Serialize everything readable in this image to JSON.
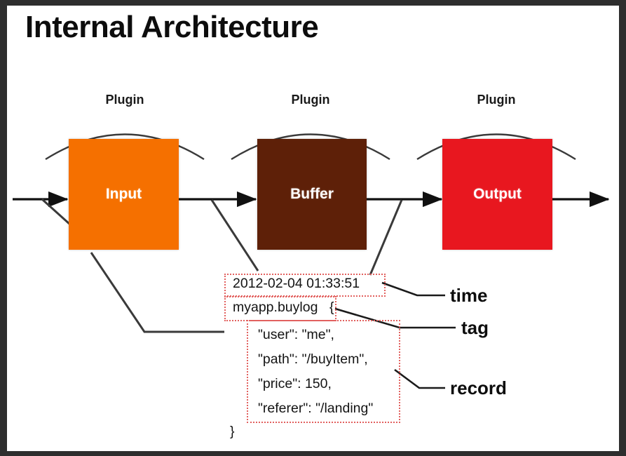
{
  "slide": {
    "title": "Internal Architecture",
    "frame_color": "#2e2e2e",
    "background_color": "#ffffff"
  },
  "pipeline": {
    "plugin_label": "Plugin",
    "nodes": [
      {
        "label": "Input",
        "color": "#f57000",
        "plugin_caption": "Plugin"
      },
      {
        "label": "Buffer",
        "color": "#5e2008",
        "plugin_caption": "Plugin"
      },
      {
        "label": "Output",
        "color": "#e8171f",
        "plugin_caption": "Plugin"
      }
    ]
  },
  "event": {
    "time": "2012-02-04 01:33:51",
    "tag": "myapp.buylog",
    "open_brace": "{",
    "close_brace": "}",
    "record_lines": [
      "\"user\": \"me\",",
      "\"path\": \"/buyItem\",",
      "\"price\": 150,",
      "\"referer\": \"/landing\""
    ]
  },
  "annotations": {
    "time_label": "time",
    "tag_label": "tag",
    "record_label": "record",
    "highlight_color": "#e2615f"
  }
}
